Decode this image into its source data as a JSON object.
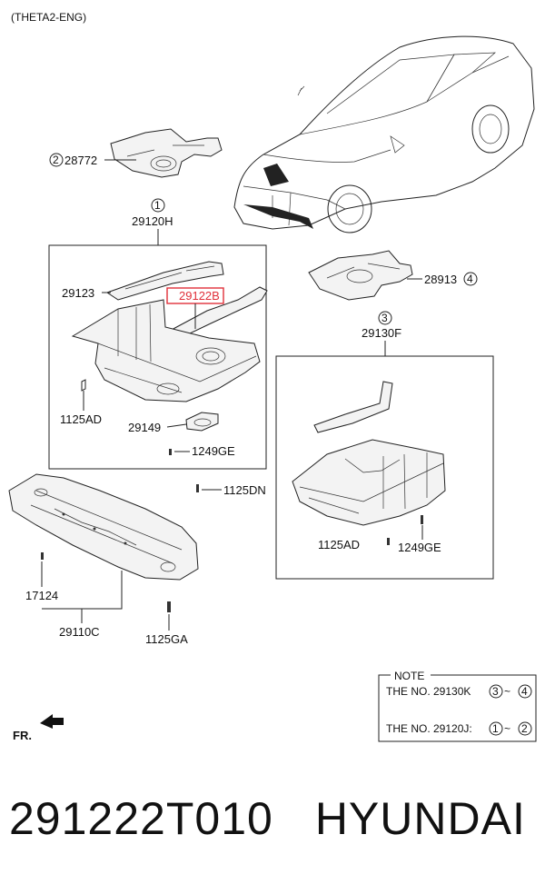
{
  "header": {
    "engine": "(THETA2-ENG)"
  },
  "labels": {
    "p28772": "28772",
    "p29120H": "29120H",
    "p29123": "29123",
    "p29122B": "29122B",
    "p1125AD_left": "1125AD",
    "p29149": "29149",
    "p1249GE_left": "1249GE",
    "p28913": "28913",
    "p29130F": "29130F",
    "p1125AD_right": "1125AD",
    "p1249GE_right": "1249GE",
    "p1125DN": "1125DN",
    "p17124": "17124",
    "p29110C": "29110C",
    "p1125GA": "1125GA",
    "fr": "FR."
  },
  "callouts": {
    "c1": "1",
    "c2": "2",
    "c3": "3",
    "c4": "4"
  },
  "note": {
    "title": "NOTE",
    "line1_text": "THE NO. 29130K",
    "line1_from": "3",
    "line1_to": "4",
    "line2_text": "THE NO. 29120J:",
    "line2_from": "1",
    "line2_to": "2",
    "tilde": "~"
  },
  "footer": {
    "part_number": "291222T010",
    "brand": "HYUNDAI"
  },
  "colors": {
    "highlight": "#e0303a"
  }
}
